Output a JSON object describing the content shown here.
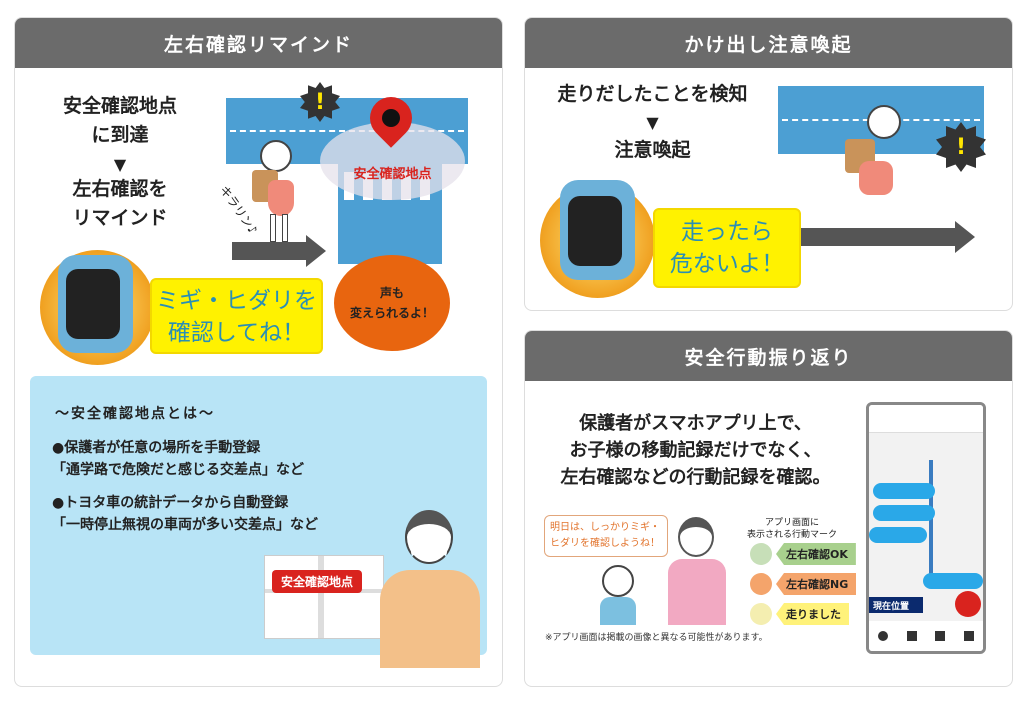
{
  "panel_left": {
    "title": "左右確認リマインド",
    "step1": "安全確認地点\nに到達",
    "arrow_down": "▼",
    "step2": "左右確認を\nリマインド",
    "sound": "キラリン♪",
    "spot_label": "安全確認地点",
    "device_speech": "ミギ・ヒダリを\n確認してね！",
    "voice_note": "声も\n変えられるよ！",
    "info": {
      "heading": "〜安全確認地点とは〜",
      "item1_title": "●保護者が任意の場所を手動登録",
      "item1_example": "「通学路で危険だと感じる交差点」など",
      "item2_title": "●トヨタ車の統計データから自動登録",
      "item2_example": "「一時停止無視の車両が多い交差点」など",
      "map_label": "安全確認地点"
    }
  },
  "panel_top_right": {
    "title": "かけ出し注意喚起",
    "step1": "走りだしたことを検知",
    "arrow_down": "▼",
    "step2": "注意喚起",
    "device_speech": "走ったら\n危ないよ！"
  },
  "panel_bottom_right": {
    "title": "安全行動振り返り",
    "description": "保護者がスマホアプリ上で、\nお子様の移動記録だけでなく、\n左右確認などの行動記録を確認。",
    "parent_speech": "明日は、しっかりミギ・\nヒダリを確認しようね！",
    "marks_caption": "アプリ画面に\n表示される行動マーク",
    "marks": [
      {
        "label": "左右確認OK",
        "color": "#a8d08d"
      },
      {
        "label": "左右確認NG",
        "color": "#f4a46b"
      },
      {
        "label": "走りました",
        "color": "#fff27a"
      }
    ],
    "note": "※アプリ画面は掲載の画像と異なる可能性があります。",
    "phone": {
      "current_location": "現在位置"
    }
  },
  "colors": {
    "header": "#6b6b6b",
    "road": "#4c9fd3",
    "info_bg": "#b8e4f6",
    "accent_red": "#d9231e",
    "speech_yellow": "#fff200",
    "voice_orange": "#e8650f"
  }
}
